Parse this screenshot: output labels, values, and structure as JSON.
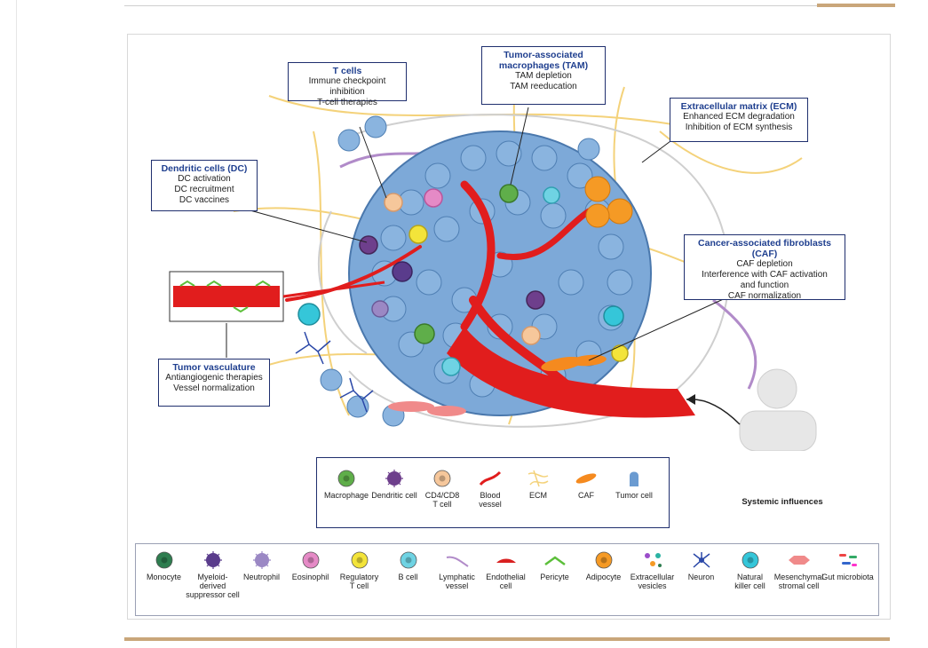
{
  "callouts": {
    "tcells": {
      "title": "T cells",
      "lines": [
        "Immune checkpoint inhibition",
        "T-cell therapies"
      ]
    },
    "tam": {
      "title": "Tumor-associated macrophages (TAM)",
      "lines": [
        "TAM depletion",
        "TAM reeducation"
      ]
    },
    "ecm": {
      "title": "Extracellular matrix (ECM)",
      "lines": [
        "Enhanced ECM degradation",
        "Inhibition of ECM synthesis"
      ]
    },
    "dc": {
      "title": "Dendritic cells (DC)",
      "lines": [
        "DC activation",
        "DC recruitment",
        "DC vaccines"
      ]
    },
    "caf": {
      "title": "Cancer-associated fibroblasts (CAF)",
      "lines": [
        "CAF depletion",
        "Interference with CAF activation",
        "and function",
        "CAF normalization"
      ]
    },
    "vasc": {
      "title": "Tumor vasculature",
      "lines": [
        "Antiangiogenic therapies",
        "Vessel normalization"
      ]
    }
  },
  "systemic_label": "Systemic influences",
  "legend_top": [
    {
      "label": "Macrophage",
      "icon": "macrophage-icon",
      "color": "#5fae4a"
    },
    {
      "label": "Dendritic cell",
      "icon": "dendritic-cell-icon",
      "color": "#6e3f8c"
    },
    {
      "label": "CD4/CD8\nT cell",
      "icon": "t-cell-icon",
      "color": "#f6c79b"
    },
    {
      "label": "Blood\nvessel",
      "icon": "blood-vessel-icon",
      "color": "#e11d1d"
    },
    {
      "label": "ECM",
      "icon": "ecm-icon",
      "color": "#f4d27a"
    },
    {
      "label": "CAF",
      "icon": "caf-icon",
      "color": "#f58a1f"
    },
    {
      "label": "Tumor cell",
      "icon": "tumor-cell-icon",
      "color": "#6b9bd1"
    }
  ],
  "legend_bottom": [
    {
      "label": "Monocyte",
      "icon": "monocyte-icon",
      "color": "#2e7d4f"
    },
    {
      "label": "Myeloid-\nderived\nsuppressor cell",
      "icon": "mdsc-icon",
      "color": "#5a3c8c"
    },
    {
      "label": "Neutrophil",
      "icon": "neutrophil-icon",
      "color": "#9b88c4"
    },
    {
      "label": "Eosinophil",
      "icon": "eosinophil-icon",
      "color": "#e58ac6"
    },
    {
      "label": "Regulatory\nT cell",
      "icon": "regulatory-t-cell-icon",
      "color": "#f3e43a"
    },
    {
      "label": "B cell",
      "icon": "b-cell-icon",
      "color": "#6fd3e3"
    },
    {
      "label": "Lymphatic\nvessel",
      "icon": "lymphatic-vessel-icon",
      "color": "#b18bc9"
    },
    {
      "label": "Endothelial\ncell",
      "icon": "endothelial-cell-icon",
      "color": "#d92020"
    },
    {
      "label": "Pericyte",
      "icon": "pericyte-icon",
      "color": "#5cbf3a"
    },
    {
      "label": "Adipocyte",
      "icon": "adipocyte-icon",
      "color": "#f59a25"
    },
    {
      "label": "Extracellular\nvesicles",
      "icon": "extracellular-vesicles-icon",
      "color": "#2bb3a3"
    },
    {
      "label": "Neuron",
      "icon": "neuron-icon",
      "color": "#2b48a8"
    },
    {
      "label": "Natural\nkiller cell",
      "icon": "nk-cell-icon",
      "color": "#35c6d9"
    },
    {
      "label": "Mesenchymal\nstromal cell",
      "icon": "msc-icon",
      "color": "#f08a8a"
    },
    {
      "label": "Gut microbiota",
      "icon": "gut-microbiota-icon",
      "color": "#e44"
    }
  ]
}
